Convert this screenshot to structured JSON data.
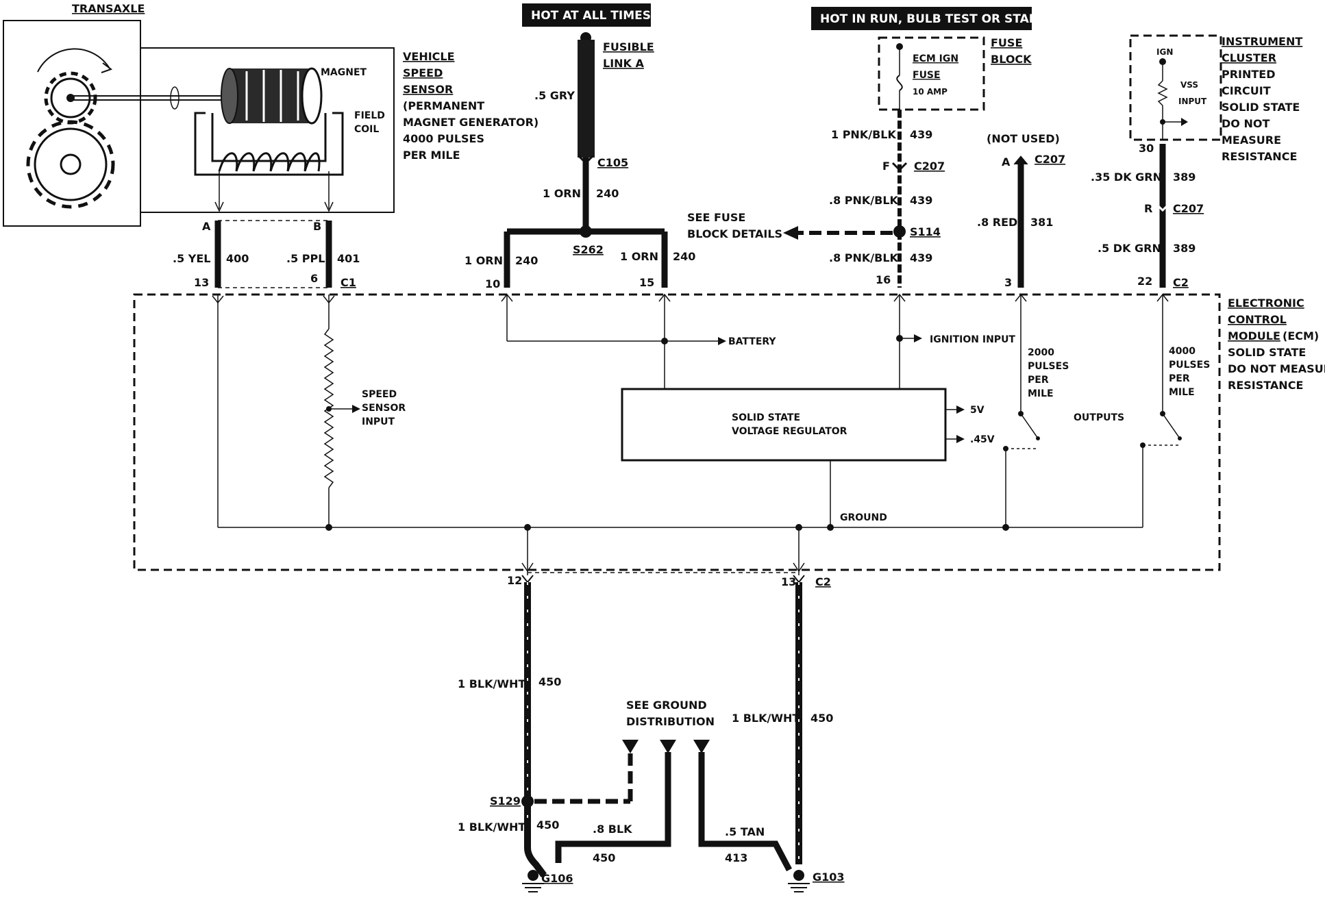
{
  "labels": {
    "transaxle": "TRANSAXLE",
    "magnet": "MAGNET",
    "field_coil_1": "FIELD",
    "field_coil_2": "COIL",
    "vss_1": "VEHICLE",
    "vss_2": "SPEED",
    "vss_3": "SENSOR",
    "vss_4": "(PERMANENT",
    "vss_5": "MAGNET GENERATOR)",
    "vss_6": "4000 PULSES",
    "vss_7": "PER MILE",
    "hot_always": "HOT AT ALL TIMES",
    "hot_run": "HOT IN RUN, BULB TEST OR START",
    "fusible_1": "FUSIBLE",
    "fusible_2": "LINK A",
    "gry": ".5 GRY",
    "c105": "C105",
    "orn240": "1 ORN",
    "n240": "240",
    "s262": "S262",
    "ecm_fuse_1": "ECM IGN",
    "ecm_fuse_2": "FUSE",
    "ecm_fuse_3": "10 AMP",
    "fuse_block_1": "FUSE",
    "fuse_block_2": "BLOCK",
    "pnk1": "1 PNK/BLK",
    "n439": "439",
    "pin_f": "F",
    "c207": "C207",
    "pnk8": ".8 PNK/BLK",
    "s114": "S114",
    "see_fuse_1": "SEE FUSE",
    "see_fuse_2": "BLOCK DETAILS",
    "not_used": "(NOT USED)",
    "pin_a": "A",
    "red": ".8 RED",
    "n381": "381",
    "ic_1": "INSTRUMENT",
    "ic_2": "CLUSTER",
    "ic_3": "PRINTED",
    "ic_4": "CIRCUIT",
    "ic_5": "SOLID STATE",
    "ic_6": "DO NOT",
    "ic_7": "MEASURE",
    "ic_8": "RESISTANCE",
    "ign": "IGN",
    "vss_input_1": "VSS",
    "vss_input_2": "INPUT",
    "pin30": "30",
    "dkgrn35": ".35 DK GRN",
    "n389": "389",
    "pin_r": "R",
    "dkgrn5": ".5 DK GRN",
    "yel": ".5 YEL",
    "n400": "400",
    "ppl": ".5 PPL",
    "n401": "401",
    "pin_a2": "A",
    "pin_b": "B",
    "pin13": "13",
    "pin6": "6",
    "c1": "C1",
    "pin10": "10",
    "pin15": "15",
    "pin16": "16",
    "pin3": "3",
    "pin22": "22",
    "c2": "C2",
    "ecm_1": "ELECTRONIC",
    "ecm_2": "CONTROL",
    "ecm_3": "MODULE",
    "ecm_3b": "(ECM)",
    "ecm_4": "SOLID STATE",
    "ecm_5": "DO NOT MEASURE",
    "ecm_6": "RESISTANCE",
    "battery": "BATTERY",
    "ignition_input": "IGNITION INPUT",
    "speed_sensor_1": "SPEED",
    "speed_sensor_2": "SENSOR",
    "speed_sensor_3": "INPUT",
    "vreg_1": "SOLID STATE",
    "vreg_2": "VOLTAGE REGULATOR",
    "v5": "5V",
    "v45": ".45V",
    "p2000_1": "2000",
    "p2000_2": "PULSES",
    "p2000_3": "PER",
    "p2000_4": "MILE",
    "p4000_1": "4000",
    "p4000_2": "PULSES",
    "p4000_3": "PER",
    "p4000_4": "MILE",
    "outputs": "OUTPUTS",
    "ground": "GROUND",
    "pin12": "12",
    "pin13b": "13",
    "c2b": "C2",
    "blkwht": "1 BLK/WHT",
    "n450": "450",
    "see_ground_1": "SEE GROUND",
    "see_ground_2": "DISTRIBUTION",
    "s129": "S129",
    "blk8": ".8 BLK",
    "tan": ".5 TAN",
    "n413": "413",
    "g106": "G106",
    "g103": "G103"
  }
}
